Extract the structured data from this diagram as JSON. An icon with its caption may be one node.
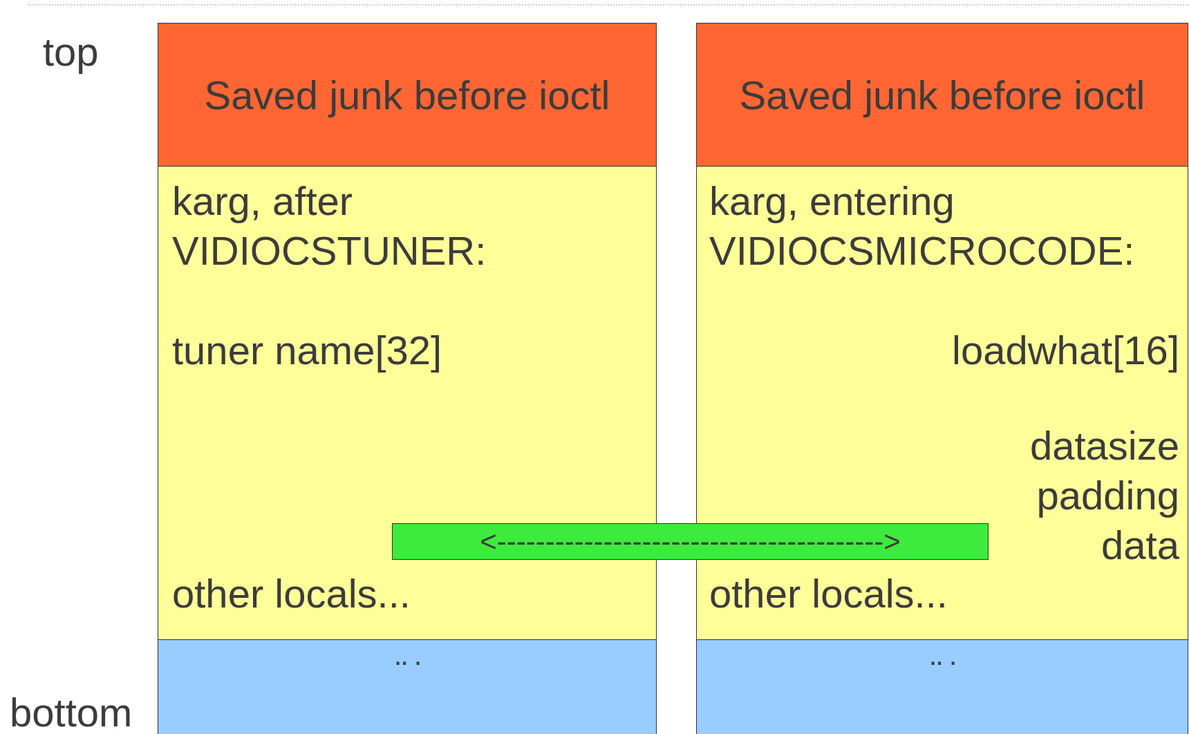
{
  "diagram": {
    "nodes": [
      {
        "text": [
          "Saved junk before ioctl"
        ]
      },
      {
        "text": [
          "karg, after VIDIOCSTUNER:",
          "tuner name[32]",
          "other locals..."
        ]
      },
      {
        "text": [
          ".. ."
        ]
      },
      {
        "text": [
          "Saved junk before ioctl"
        ]
      },
      {
        "text": [
          "karg, entering VIDIOCSMICROCODE:",
          "loadwhat[16]",
          "datasize",
          "padding",
          "data",
          "other locals..."
        ]
      },
      {
        "text": [
          ".. ."
        ]
      },
      {
        "text": [
          "<---------------------------------------->"
        ]
      }
    ],
    "labels": [
      "top",
      "bottom"
    ]
  }
}
